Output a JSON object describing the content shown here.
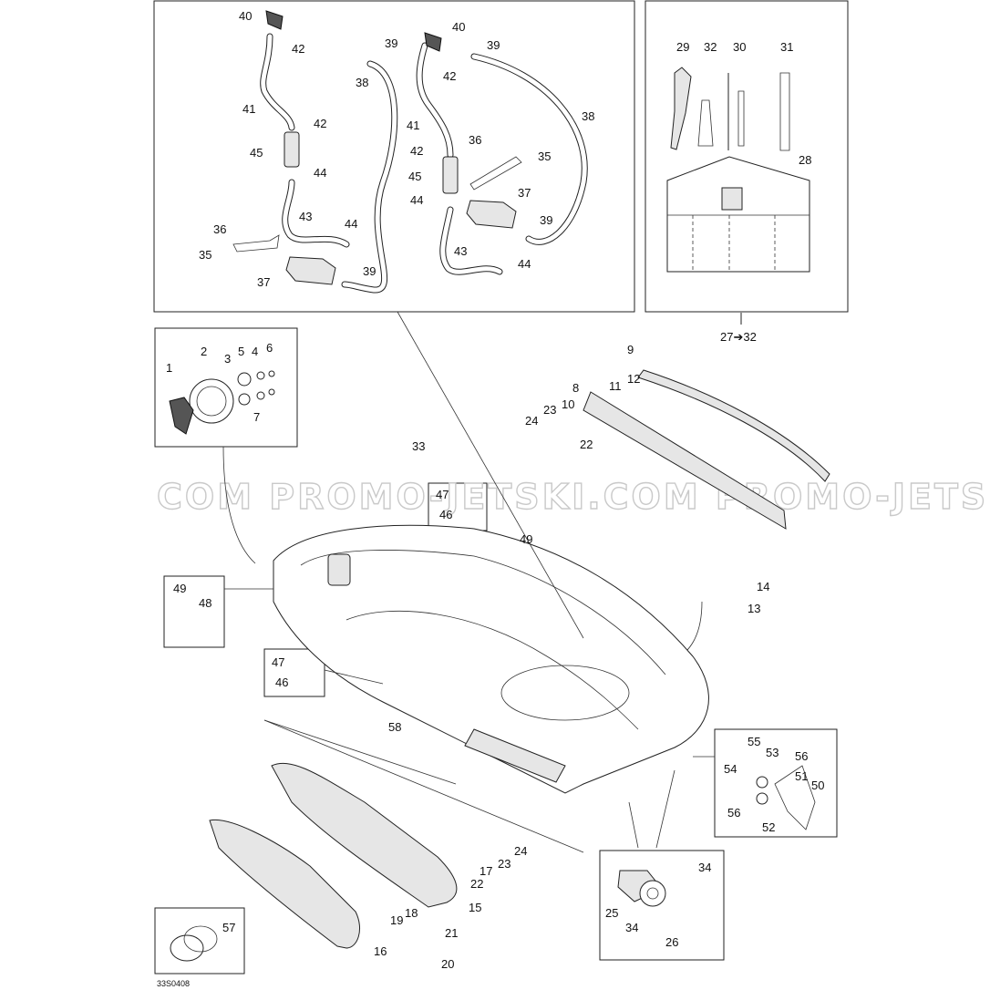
{
  "labels": {
    "top_left": [
      "40",
      "42",
      "39",
      "38",
      "41",
      "42",
      "45",
      "44",
      "43",
      "44",
      "36",
      "35",
      "37",
      "39"
    ],
    "top_mid": [
      "40",
      "39",
      "42",
      "41",
      "38",
      "42",
      "36",
      "35",
      "45",
      "44",
      "37",
      "39",
      "43",
      "44"
    ],
    "tools": [
      "29",
      "32",
      "30",
      "31",
      "28",
      "27➔32"
    ],
    "steering": [
      "1",
      "2",
      "3",
      "5",
      "4",
      "6",
      "7"
    ],
    "rear": [
      "9",
      "11",
      "12",
      "8",
      "10",
      "23",
      "24",
      "22",
      "14",
      "13"
    ],
    "bumper": [
      "33",
      "47",
      "46",
      "49"
    ],
    "left_box": [
      "49",
      "48"
    ],
    "mid_box": [
      "47",
      "46"
    ],
    "hull": [
      "58"
    ],
    "side_right": [
      "55",
      "53",
      "56",
      "54",
      "51",
      "50",
      "56",
      "52"
    ],
    "side_bottom": [
      "24",
      "23",
      "17",
      "22",
      "15",
      "18",
      "19",
      "21",
      "20",
      "16"
    ],
    "pump": [
      "34",
      "25",
      "34",
      "26"
    ],
    "insert": [
      "57"
    ]
  },
  "watermark": "COM  PROMO-JETSKI.COM  PROMO-JETSKI",
  "drawing_code": "33S0408",
  "colors": {
    "line": "#222222",
    "part_fill": "#e6e6e6",
    "watermark": "#c9c9c9"
  }
}
